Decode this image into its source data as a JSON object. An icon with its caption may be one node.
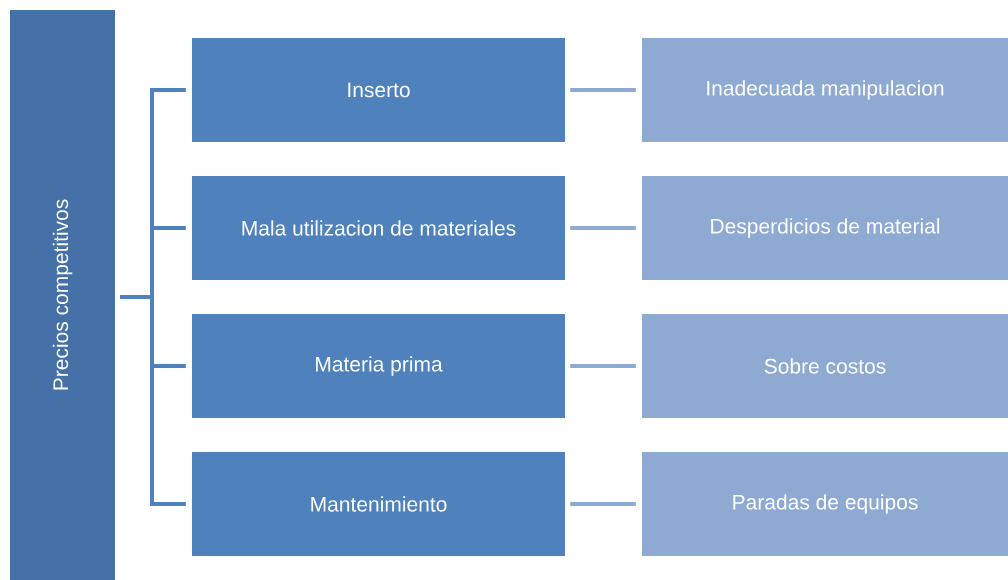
{
  "diagram": {
    "nodes": [
      {
        "text": [
          "Precios competitivos"
        ]
      },
      {
        "text": [
          "Inserto"
        ]
      },
      {
        "text": [
          "Mala utilizacion de materiales"
        ]
      },
      {
        "text": [
          "Materia prima"
        ]
      },
      {
        "text": [
          "Mantenimiento"
        ]
      },
      {
        "text": [
          "Inadecuada manipulacion"
        ]
      },
      {
        "text": [
          "Desperdicios de material"
        ]
      },
      {
        "text": [
          "Sobre costos"
        ]
      },
      {
        "text": [
          "Paradas de equipos"
        ]
      }
    ],
    "edges": [
      {
        "from": 0,
        "to": 1,
        "arrow": "none"
      },
      {
        "from": 0,
        "to": 2,
        "arrow": "none"
      },
      {
        "from": 0,
        "to": 3,
        "arrow": "none"
      },
      {
        "from": 0,
        "to": 4,
        "arrow": "none"
      },
      {
        "from": 1,
        "to": 5,
        "arrow": "none",
        "color": "#8eaad2"
      },
      {
        "from": 2,
        "to": 6,
        "arrow": "none",
        "color": "#8eaad2"
      },
      {
        "from": 3,
        "to": 7,
        "arrow": "none",
        "color": "#8eaad2"
      },
      {
        "from": 4,
        "to": 8,
        "arrow": "none",
        "color": "#8eaad2"
      }
    ]
  }
}
